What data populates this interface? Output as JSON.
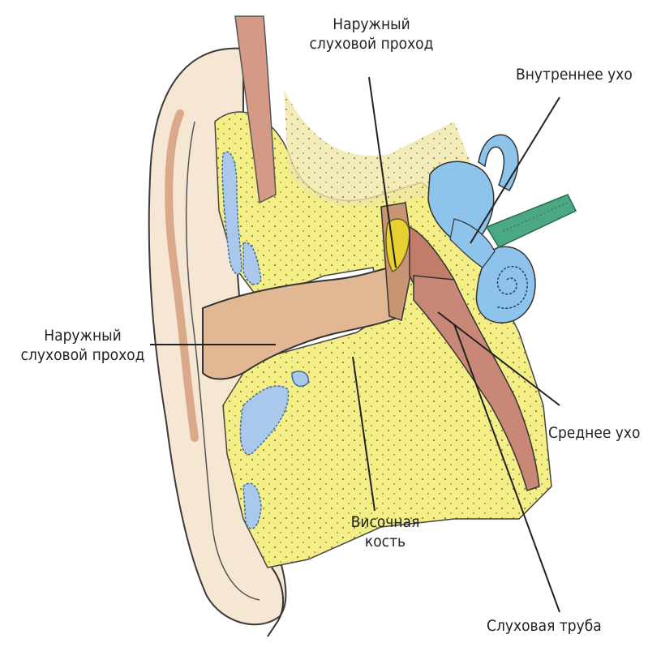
{
  "labels": {
    "top_canal_line1": "Наружный",
    "top_canal_line2": "слуховой проход",
    "inner_ear": "Внутреннее ухо",
    "left_canal_line1": "Наружный",
    "left_canal_line2": "слуховой проход",
    "middle_ear": "Среднее ухо",
    "temporal_bone_line1": "Височная",
    "temporal_bone_line2": "кость",
    "eustachian_tube": "Слуховая труба"
  },
  "colors": {
    "skin": "#f3dcc4",
    "skin_shade": "#e7c3a2",
    "canal": "#e2b894",
    "bone": "#f5f0a0",
    "bone_yellow": "#f4ee5c",
    "cartilage": "#a9c8ec",
    "inner_ear": "#8ec3ec",
    "nerve": "#4aa882",
    "tube": "#c98777",
    "ossicles": "#e8d032",
    "outline": "#333333"
  }
}
